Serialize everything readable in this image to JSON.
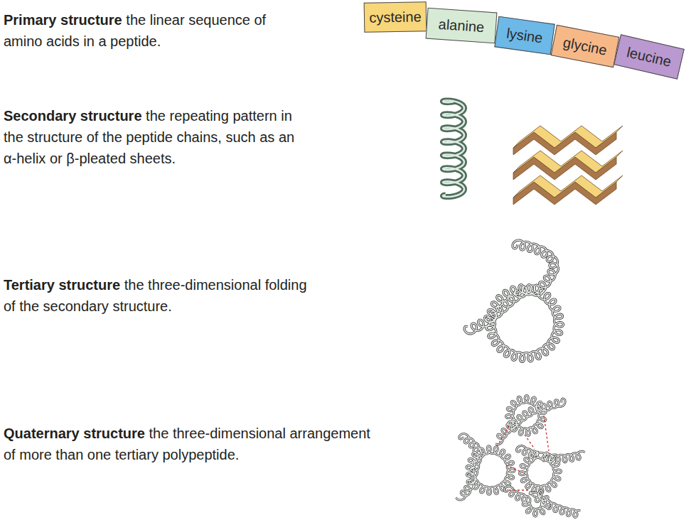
{
  "diagram": {
    "nodes": [
      {
        "text": [
          "cysteine"
        ]
      },
      {
        "text": [
          "alanine"
        ]
      },
      {
        "text": [
          "lysine"
        ]
      },
      {
        "text": [
          "glycine"
        ]
      },
      {
        "text": [
          "leucine"
        ]
      }
    ],
    "labels": [
      "Primary structure",
      "the linear sequence of amino acids in a peptide.",
      "Secondary structure",
      "the repeating pattern in the structure of the peptide chains, such as an α-helix or β-pleated sheets.",
      "Tertiary structure",
      "the three-dimensional folding of the secondary structure.",
      "Quaternary structure",
      "the three-dimensional arrangement of more than one tertiary polypeptide."
    ]
  }
}
